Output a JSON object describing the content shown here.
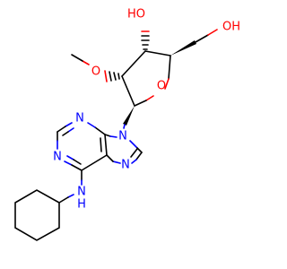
{
  "molecule": {
    "atom_labels": {
      "ho_ring": "HO",
      "oh_methyl": "OH",
      "o_methoxy": "O",
      "o_ring": "O",
      "n9": "N",
      "n3": "N",
      "n1": "N",
      "n7": "N",
      "nh": "N",
      "h_nh": "H"
    },
    "colors": {
      "carbon_bond": "#000000",
      "oxygen": "#ff0000",
      "nitrogen": "#0000ff",
      "background": "#ffffff"
    }
  }
}
